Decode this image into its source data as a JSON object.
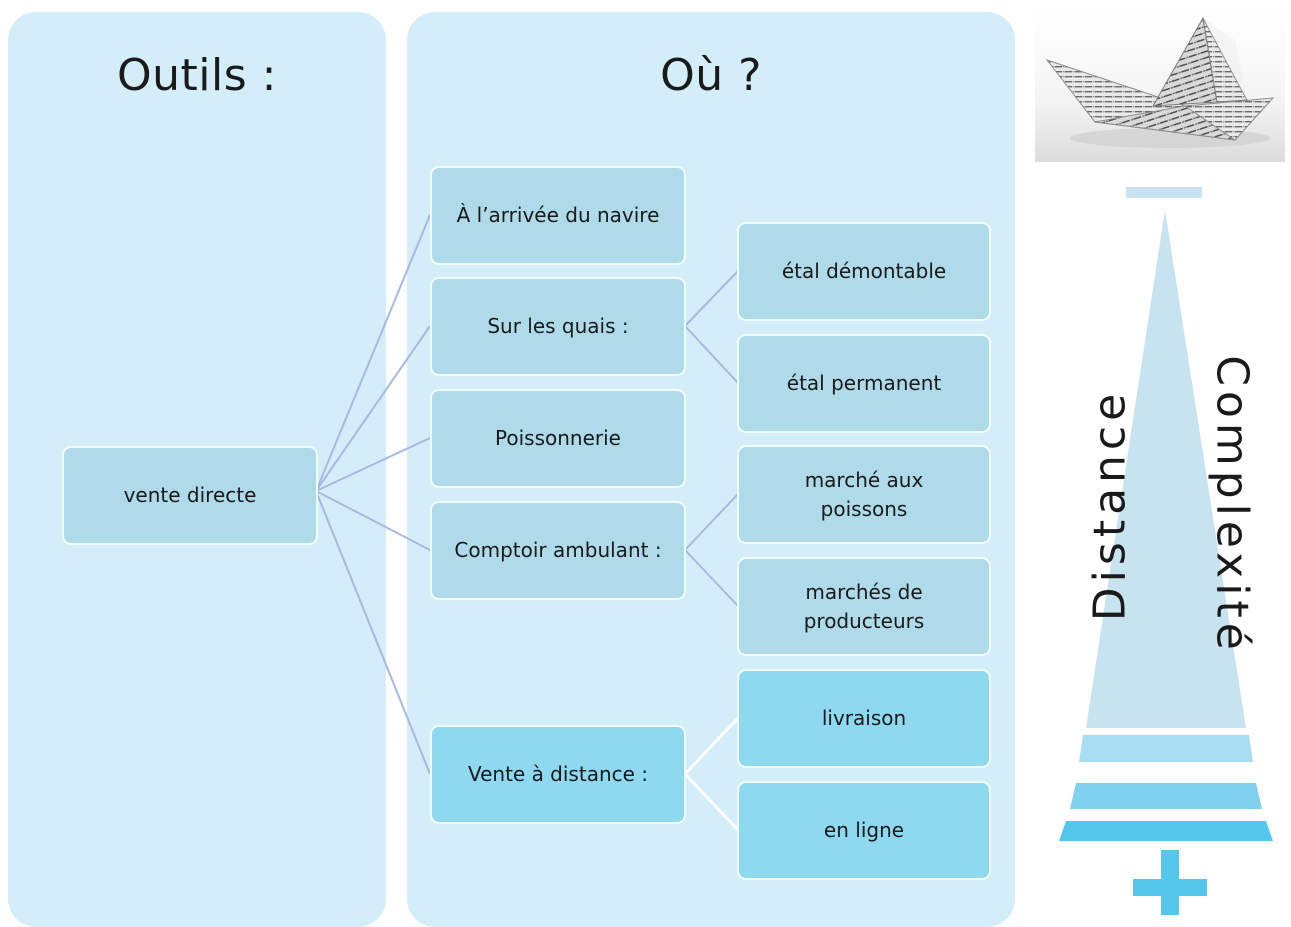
{
  "columns": {
    "outils_title": "Outils :",
    "ou_title": "Où ?"
  },
  "tool": {
    "label": "vente directe"
  },
  "places": [
    {
      "label": "À l’arrivée du navire"
    },
    {
      "label": "Sur les quais :"
    },
    {
      "label": "Poissonnerie"
    },
    {
      "label": "Comptoir ambulant :"
    },
    {
      "label": "Vente à distance :"
    }
  ],
  "sub_places": {
    "quais": [
      {
        "label": "étal démontable"
      },
      {
        "label": "étal permanent"
      }
    ],
    "comptoir": [
      {
        "label": "marché aux poissons"
      },
      {
        "label": "marchés de producteurs"
      }
    ],
    "distance": [
      {
        "label": "livraison"
      },
      {
        "label": "en ligne"
      }
    ]
  },
  "scale": {
    "axis_label_left": "Distance",
    "axis_label_right": "Complexité",
    "top_symbol": "minus",
    "bottom_symbol": "plus"
  },
  "colors": {
    "panel": "#d3eef9",
    "node": "#aedaea",
    "node_highlight": "#8ed8f0",
    "connector": "#a6b9e0",
    "scale": "#c7e3ef",
    "accent": "#55c6ec"
  },
  "icons": {
    "illustration": "newspaper-paper-boat"
  }
}
